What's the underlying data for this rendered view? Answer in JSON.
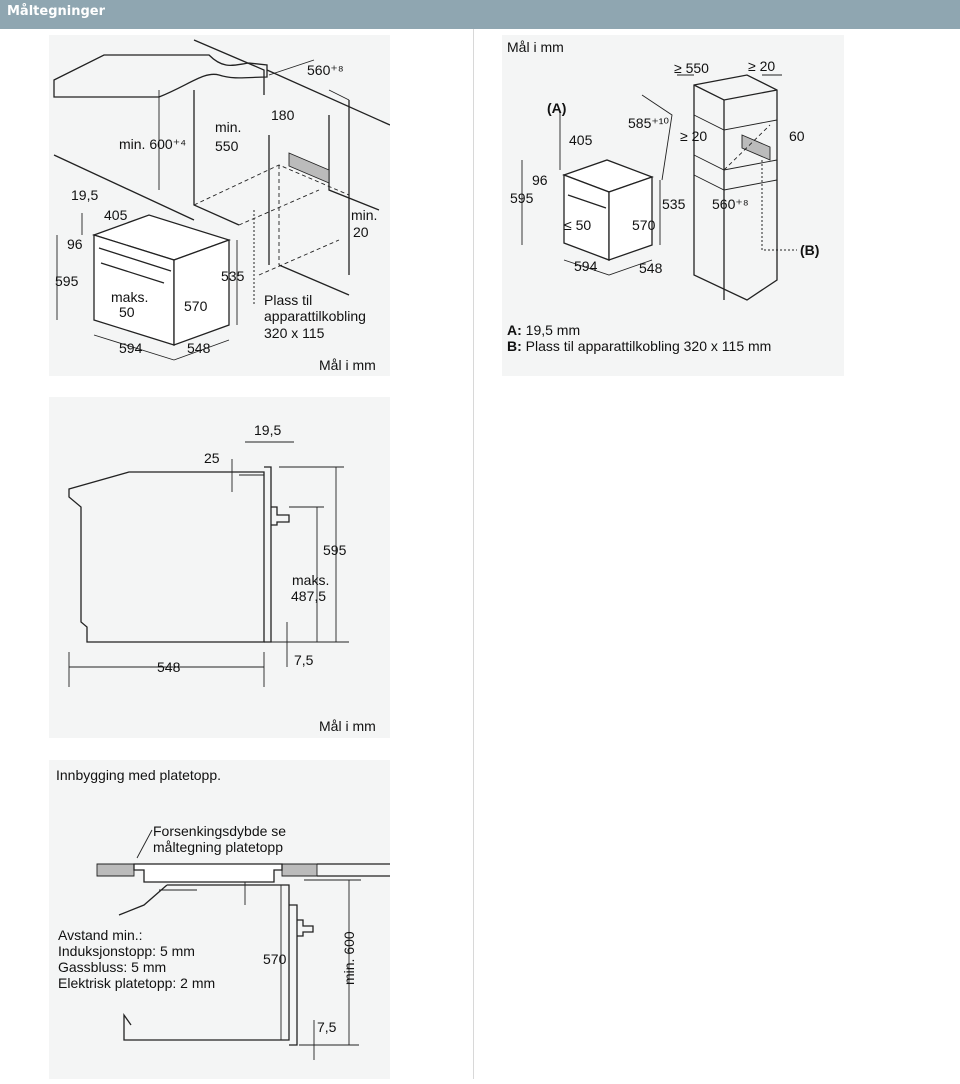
{
  "header": {
    "title": "Måltegninger"
  },
  "panel1": {
    "labels": {
      "d560": "560⁺⁸",
      "dmin600": "min. 600⁺⁴",
      "dmin550a": "min.",
      "dmin550b": "550",
      "d180": "180",
      "d19_5": "19,5",
      "d405": "405",
      "dmin20a": "min.",
      "dmin20b": "20",
      "d96": "96",
      "d595": "595",
      "d535": "535",
      "dmaks": "maks.",
      "d50": "50",
      "d570": "570",
      "plass1": "Plass til",
      "plass2": "apparattilkobling",
      "plass3": "320 x 115",
      "d594": "594",
      "d548": "548",
      "units": "Mål i mm"
    }
  },
  "panel2": {
    "labels": {
      "units": "Mål i mm",
      "ge550": "≥ 550",
      "ge20a": "≥ 20",
      "A": "(A)",
      "d585": "585⁺¹⁰",
      "d405": "405",
      "ge20b": "≥ 20",
      "d60": "60",
      "d96": "96",
      "d595": "595",
      "d535": "535",
      "d560": "560⁺⁸",
      "le50": "≤ 50",
      "d570": "570",
      "B": "(B)",
      "d594": "594",
      "d548": "548",
      "legendA_key": "A:",
      "legendA_text": " 19,5 mm",
      "legendB_key": "B:",
      "legendB_text": " Plass til apparattilkobling 320 x 115 mm"
    }
  },
  "panel3": {
    "labels": {
      "d19_5": "19,5",
      "d25": "25",
      "d595": "595",
      "dmaks": "maks.",
      "d487": "487,5",
      "d548": "548",
      "d7_5": "7,5",
      "units": "Mål i mm"
    }
  },
  "panel4": {
    "labels": {
      "title": "Innbygging med platetopp.",
      "fors1": "Forsenkingsdybde se",
      "fors2": "måltegning platetopp",
      "avst1": "Avstand min.:",
      "avst2": "Induksjonstopp: 5 mm",
      "avst3": "Gassbluss: 5 mm",
      "avst4": "Elektrisk platetopp: 2 mm",
      "d570": "570",
      "dmin600": "min. 600",
      "d7_5": "7,5"
    }
  }
}
